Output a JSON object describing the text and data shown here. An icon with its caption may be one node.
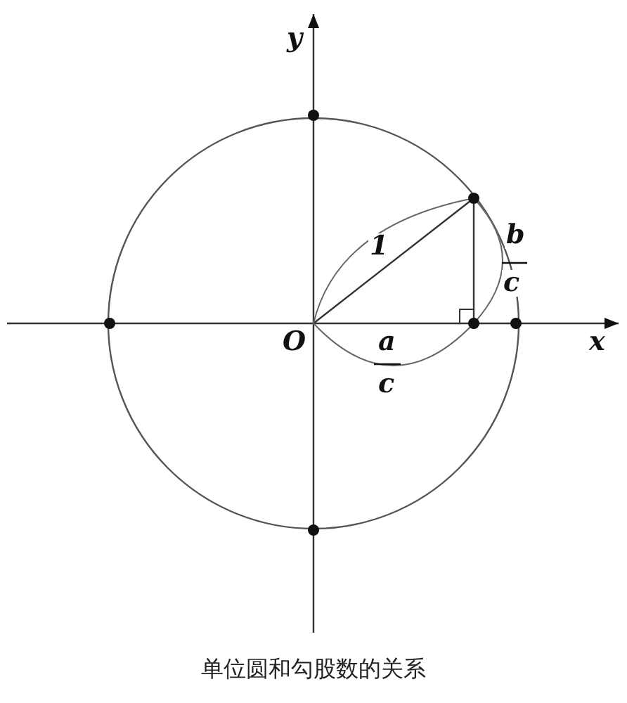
{
  "diagram": {
    "caption": "单位圆和勾股数的关系",
    "labels": [
      "y",
      "1",
      "b",
      "c",
      "O",
      "a",
      "x",
      "c"
    ]
  }
}
